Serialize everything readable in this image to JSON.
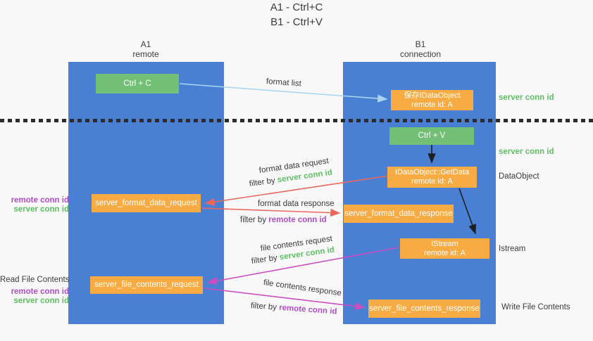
{
  "title": {
    "line1": "A1 - Ctrl+C",
    "line2": "B1 - Ctrl+V"
  },
  "columns": {
    "left": {
      "name": "A1",
      "role": "remote"
    },
    "right": {
      "name": "B1",
      "role": "connection"
    }
  },
  "nodes": {
    "ctrl_c": {
      "label": "Ctrl + C"
    },
    "ctrl_v": {
      "label": "Ctrl + V"
    },
    "save_idataobject": {
      "line1": "保存IDataObject",
      "line2": "remote id: A"
    },
    "getdata": {
      "line1": "IDataObject::GetData",
      "line2": "remote id: A"
    },
    "istream_node": {
      "line1": "IStream",
      "line2": "remote id: A"
    },
    "server_format_data_request": {
      "label": "server_format_data_request"
    },
    "server_format_data_response": {
      "label": "server_format_data_response"
    },
    "server_file_contents_request": {
      "label": "server_file_contents_request"
    },
    "server_file_contents_response": {
      "label": "server_file_contents_response"
    }
  },
  "arrow_labels": {
    "format_list": "format list",
    "format_data_request": "format data request",
    "format_data_response": "format data response",
    "file_contents_request": "file contents request",
    "file_contents_response": "file contents response",
    "filter_by": "filter by",
    "server_conn_id": "server conn id",
    "remote_conn_id": "remote conn id"
  },
  "side_labels": {
    "server_conn_id": "server conn id",
    "remote_conn_id": "remote conn id",
    "dataobject": "DataObject",
    "istream": "Istream",
    "read_file_contents": "Read File Contents",
    "write_file_contents": "Write File Contents"
  },
  "colors": {
    "background": "#f8f8f8",
    "column_blue": "#4a80d4",
    "node_green": "#72c075",
    "node_orange": "#f7ab42",
    "text_green": "#5fbf63",
    "text_purple": "#b14ec6",
    "text_dark": "#3b3b3b",
    "arrow_red": "#ec665c",
    "arrow_magenta": "#cb4ec0",
    "arrow_lightblue": "#a9d5f0",
    "arrow_black": "#1f1f1f"
  }
}
